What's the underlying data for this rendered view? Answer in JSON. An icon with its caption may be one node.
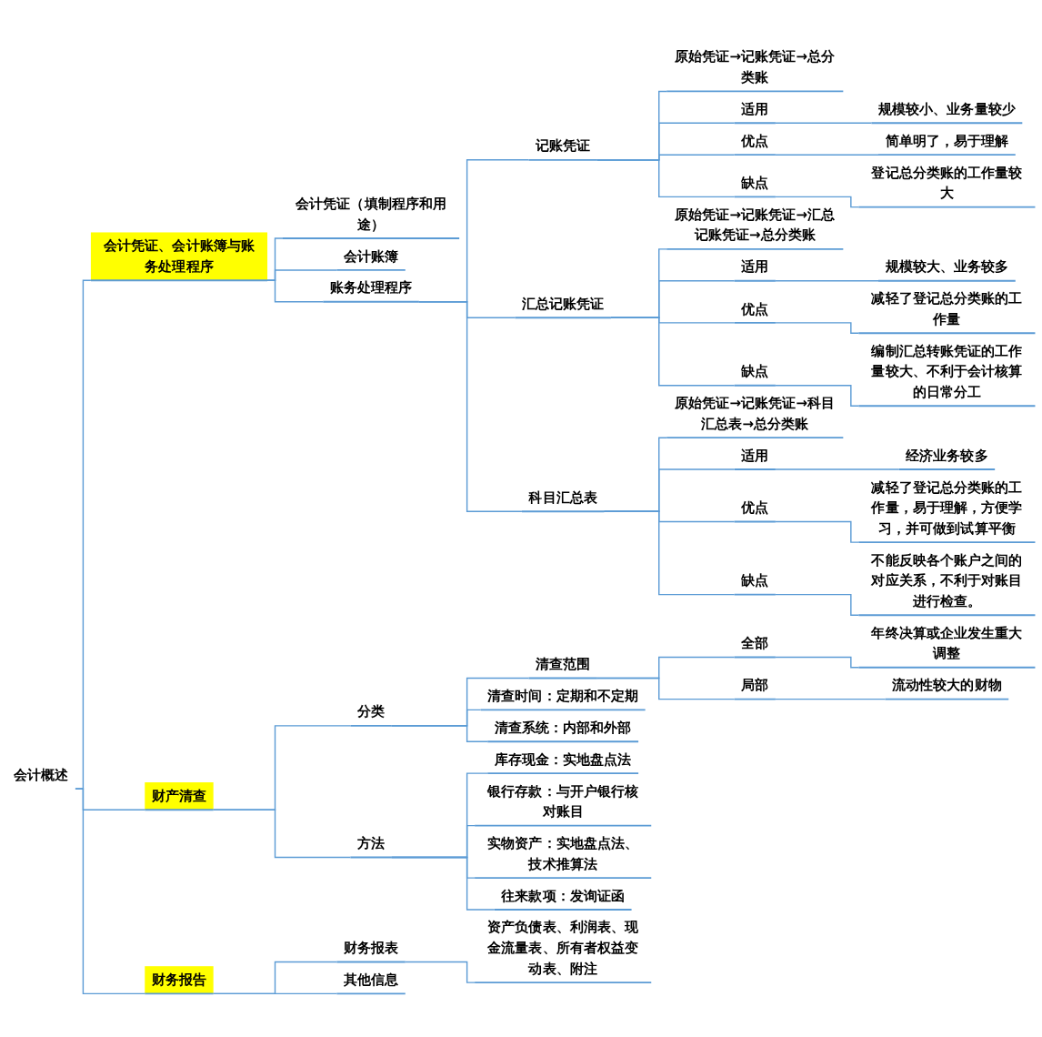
{
  "diagram": {
    "nodes": [
      {
        "text": [
          "会计概述"
        ]
      },
      {
        "text": [
          "会计凭证、会计账簿与账务处理程序"
        ]
      },
      {
        "text": [
          "会计凭证（填制程序和用途）"
        ]
      },
      {
        "text": [
          "会计账簿"
        ]
      },
      {
        "text": [
          "账务处理程序"
        ]
      },
      {
        "text": [
          "记账凭证"
        ]
      },
      {
        "text": [
          "原始凭证→记账凭证→总分类账"
        ]
      },
      {
        "text": [
          "适用"
        ]
      },
      {
        "text": [
          "规模较小、业务量较少"
        ]
      },
      {
        "text": [
          "优点"
        ]
      },
      {
        "text": [
          "简单明了，易于理解"
        ]
      },
      {
        "text": [
          "缺点"
        ]
      },
      {
        "text": [
          "登记总分类账的工作量较大"
        ]
      },
      {
        "text": [
          "汇总记账凭证"
        ]
      },
      {
        "text": [
          "原始凭证→记账凭证→汇总记账凭证→总分类账"
        ]
      },
      {
        "text": [
          "适用"
        ]
      },
      {
        "text": [
          "规模较大、业务较多"
        ]
      },
      {
        "text": [
          "优点"
        ]
      },
      {
        "text": [
          "减轻了登记总分类账的工作量"
        ]
      },
      {
        "text": [
          "缺点"
        ]
      },
      {
        "text": [
          "编制汇总转账凭证的工作量较大、不利于会计核算的日常分工"
        ]
      },
      {
        "text": [
          "科目汇总表"
        ]
      },
      {
        "text": [
          "原始凭证→记账凭证→科目汇总表→总分类账"
        ]
      },
      {
        "text": [
          "适用"
        ]
      },
      {
        "text": [
          "经济业务较多"
        ]
      },
      {
        "text": [
          "优点"
        ]
      },
      {
        "text": [
          "减轻了登记总分类账的工作量，易于理解，方便学习，并可做到试算平衡"
        ]
      },
      {
        "text": [
          "缺点"
        ]
      },
      {
        "text": [
          "不能反映各个账户之间的对应关系，不利于对账目进行检查。"
        ]
      },
      {
        "text": [
          "财产清查"
        ]
      },
      {
        "text": [
          "分类"
        ]
      },
      {
        "text": [
          "清查范围"
        ]
      },
      {
        "text": [
          "全部"
        ]
      },
      {
        "text": [
          "年终决算或企业发生重大调整"
        ]
      },
      {
        "text": [
          "局部"
        ]
      },
      {
        "text": [
          "流动性较大的财物"
        ]
      },
      {
        "text": [
          "清查时间：定期和不定期"
        ]
      },
      {
        "text": [
          "清查系统：内部和外部"
        ]
      },
      {
        "text": [
          "方法"
        ]
      },
      {
        "text": [
          "库存现金：实地盘点法"
        ]
      },
      {
        "text": [
          "银行存款：与开户银行核对账目"
        ]
      },
      {
        "text": [
          "实物资产：实地盘点法、技术推算法"
        ]
      },
      {
        "text": [
          "往来款项：发询证函"
        ]
      },
      {
        "text": [
          "财务报告"
        ]
      },
      {
        "text": [
          "财务报表"
        ]
      },
      {
        "text": [
          "资产负债表、利润表、现金流量表、所有者权益变动表、附注"
        ]
      },
      {
        "text": [
          "其他信息"
        ]
      }
    ],
    "edges": [
      {
        "from": 0,
        "to": 1,
        "arrow": "none"
      },
      {
        "from": 1,
        "to": 2,
        "arrow": "none"
      },
      {
        "from": 1,
        "to": 3,
        "arrow": "none"
      },
      {
        "from": 1,
        "to": 4,
        "arrow": "none"
      },
      {
        "from": 4,
        "to": 5,
        "arrow": "none"
      },
      {
        "from": 5,
        "to": 6,
        "arrow": "none"
      },
      {
        "from": 5,
        "to": 7,
        "arrow": "none"
      },
      {
        "from": 7,
        "to": 8,
        "arrow": "none"
      },
      {
        "from": 5,
        "to": 9,
        "arrow": "none"
      },
      {
        "from": 9,
        "to": 10,
        "arrow": "none"
      },
      {
        "from": 5,
        "to": 11,
        "arrow": "none"
      },
      {
        "from": 11,
        "to": 12,
        "arrow": "none"
      },
      {
        "from": 4,
        "to": 13,
        "arrow": "none"
      },
      {
        "from": 13,
        "to": 14,
        "arrow": "none"
      },
      {
        "from": 13,
        "to": 15,
        "arrow": "none"
      },
      {
        "from": 15,
        "to": 16,
        "arrow": "none"
      },
      {
        "from": 13,
        "to": 17,
        "arrow": "none"
      },
      {
        "from": 17,
        "to": 18,
        "arrow": "none"
      },
      {
        "from": 13,
        "to": 19,
        "arrow": "none"
      },
      {
        "from": 19,
        "to": 20,
        "arrow": "none"
      },
      {
        "from": 4,
        "to": 21,
        "arrow": "none"
      },
      {
        "from": 21,
        "to": 22,
        "arrow": "none"
      },
      {
        "from": 21,
        "to": 23,
        "arrow": "none"
      },
      {
        "from": 23,
        "to": 24,
        "arrow": "none"
      },
      {
        "from": 21,
        "to": 25,
        "arrow": "none"
      },
      {
        "from": 25,
        "to": 26,
        "arrow": "none"
      },
      {
        "from": 21,
        "to": 27,
        "arrow": "none"
      },
      {
        "from": 27,
        "to": 28,
        "arrow": "none"
      },
      {
        "from": 0,
        "to": 29,
        "arrow": "none"
      },
      {
        "from": 29,
        "to": 30,
        "arrow": "none"
      },
      {
        "from": 30,
        "to": 31,
        "arrow": "none"
      },
      {
        "from": 31,
        "to": 32,
        "arrow": "none"
      },
      {
        "from": 32,
        "to": 33,
        "arrow": "none"
      },
      {
        "from": 31,
        "to": 34,
        "arrow": "none"
      },
      {
        "from": 34,
        "to": 35,
        "arrow": "none"
      },
      {
        "from": 30,
        "to": 36,
        "arrow": "none"
      },
      {
        "from": 30,
        "to": 37,
        "arrow": "none"
      },
      {
        "from": 29,
        "to": 38,
        "arrow": "none"
      },
      {
        "from": 38,
        "to": 39,
        "arrow": "none"
      },
      {
        "from": 38,
        "to": 40,
        "arrow": "none"
      },
      {
        "from": 38,
        "to": 41,
        "arrow": "none"
      },
      {
        "from": 38,
        "to": 42,
        "arrow": "none"
      },
      {
        "from": 0,
        "to": 43,
        "arrow": "none"
      },
      {
        "from": 43,
        "to": 44,
        "arrow": "none"
      },
      {
        "from": 44,
        "to": 45,
        "arrow": "none"
      },
      {
        "from": 43,
        "to": 46,
        "arrow": "none"
      }
    ]
  }
}
